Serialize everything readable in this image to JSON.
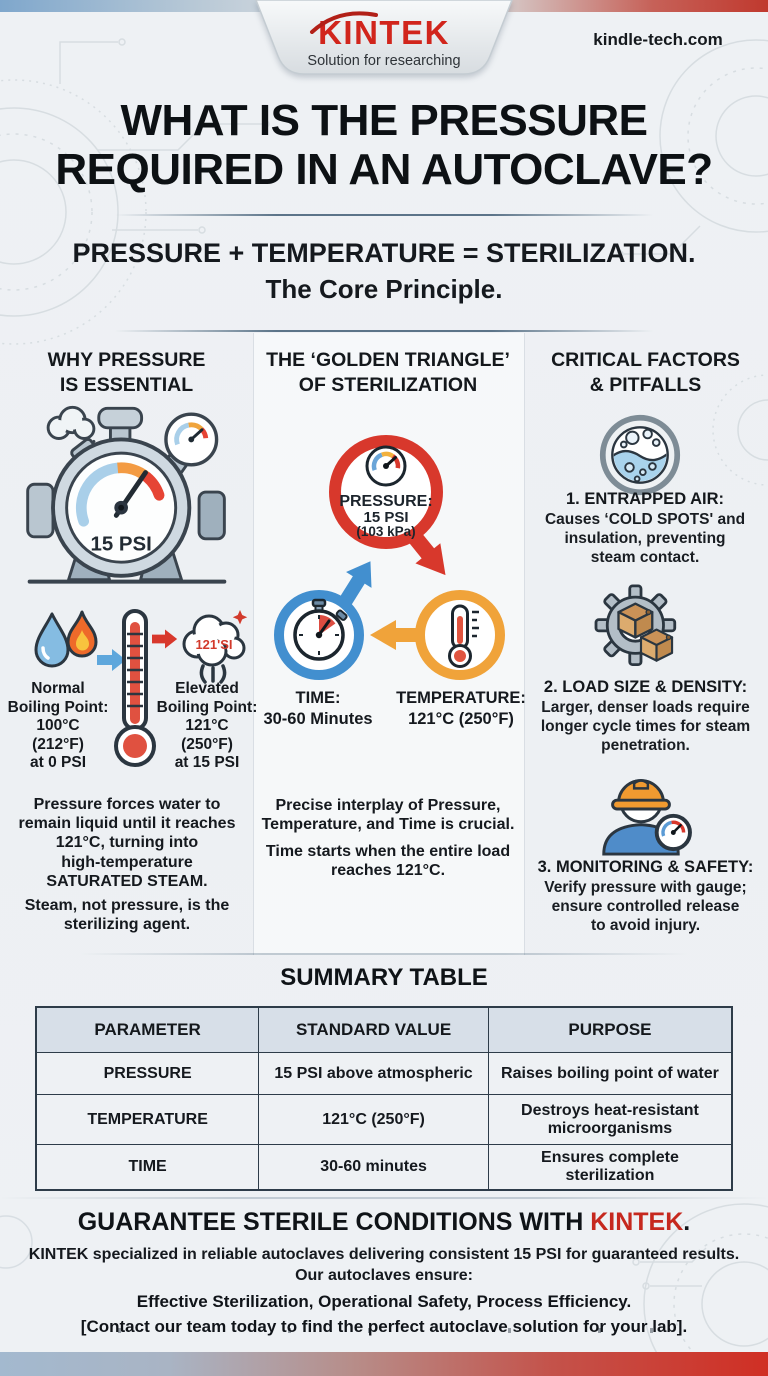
{
  "colors": {
    "brand_red": "#d1251c",
    "accent_red": "#d8382c",
    "accent_blue": "#428fcf",
    "accent_orange": "#f0a33a",
    "table_border": "#2e3c49",
    "background": "#eef1f4"
  },
  "header": {
    "brand": "KINTEK",
    "tagline": "Solution for researching",
    "website": "kindle-tech.com",
    "title": "WHAT IS THE PRESSURE\nREQUIRED IN AN AUTOCLAVE?"
  },
  "principle": {
    "line1": "PRESSURE + TEMPERATURE = STERILIZATION.",
    "line2": "The Core Principle."
  },
  "why_pressure": {
    "heading": "WHY PRESSURE\nIS ESSENTIAL",
    "gauge_reading": "15 PSI",
    "normal_boiling": "Normal\nBoiling Point:\n100°C\n(212°F)\nat 0 PSI",
    "elevated_boiling": "Elevated\nBoiling Point:\n121°C\n(250°F)\nat 15 PSI",
    "steam_cloud_label": "121'SI",
    "paragraph1": "Pressure forces water to\nremain liquid until it reaches\n121°C, turning into\nhigh-temperature\nSATURATED STEAM.",
    "paragraph2": "Steam, not pressure, is the\nsterilizing agent."
  },
  "golden_triangle": {
    "heading": "THE ‘GOLDEN TRIANGLE’\nOF STERILIZATION",
    "pressure_node": {
      "label": "PRESSURE:",
      "value": "15 PSI",
      "sub": "(103 kPa)"
    },
    "time_node": {
      "label": "TIME:\n30-60 Minutes"
    },
    "temperature_node": {
      "label": "TEMPERATURE:\n121°C (250°F)"
    },
    "paragraph1": "Precise interplay of Pressure,\nTemperature, and Time is crucial.",
    "paragraph2": "Time starts when the entire load\nreaches 121°C."
  },
  "critical_factors": {
    "heading": "CRITICAL FACTORS\n& PITFALLS",
    "items": [
      {
        "icon": "petri-dish-icon",
        "title": "1. ENTRAPPED AIR:",
        "text": "Causes ‘COLD SPOTS' and\ninsulation, preventing\nsteam contact."
      },
      {
        "icon": "gear-load-icon",
        "title": "2. LOAD SIZE & DENSITY:",
        "text": "Larger, denser loads require\nlonger cycle times for steam\npenetration."
      },
      {
        "icon": "worker-gauge-icon",
        "title": "3. MONITORING & SAFETY:",
        "text": "Verify pressure with gauge;\nensure controlled release\nto avoid injury."
      }
    ]
  },
  "summary_table": {
    "title": "SUMMARY TABLE",
    "headers": [
      "PARAMETER",
      "STANDARD VALUE",
      "PURPOSE"
    ],
    "rows": [
      [
        "PRESSURE",
        "15 PSI above atmospheric",
        "Raises boiling point of water"
      ],
      [
        "TEMPERATURE",
        "121°C (250°F)",
        "Destroys heat-resistant\nmicroorganisms"
      ],
      [
        "TIME",
        "30-60 minutes",
        "Ensures complete sterilization"
      ]
    ]
  },
  "footer": {
    "headline_prefix": "GUARANTEE STERILE CONDITIONS WITH ",
    "headline_brand": "KINTEK",
    "headline_period": ".",
    "line1": "KINTEK specialized in reliable autoclaves delivering consistent 15 PSI for guaranteed results.",
    "line2": "Our autoclaves ensure:",
    "line3": "Effective Sterilization, Operational Safety, Process Efficiency.",
    "line4": "[Contact our team today to find the perfect autoclave solution for your lab]."
  }
}
